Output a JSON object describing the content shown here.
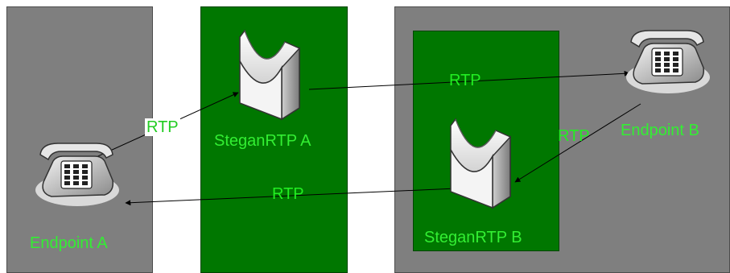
{
  "nodes": {
    "endpoint_a": "Endpoint A",
    "endpoint_b": "Endpoint B",
    "stegan_a": "SteganRTP A",
    "stegan_b": "SteganRTP B"
  },
  "edges": [
    {
      "from": "endpoint_a",
      "to": "stegan_a",
      "label": "RTP"
    },
    {
      "from": "stegan_a",
      "to": "endpoint_b",
      "label": "RTP"
    },
    {
      "from": "endpoint_b",
      "to": "stegan_b",
      "label": "RTP"
    },
    {
      "from": "stegan_b",
      "to": "endpoint_a",
      "label": "RTP"
    }
  ],
  "icons": {
    "phone": "telephone-icon",
    "relay": "stegan-relay-icon"
  },
  "colors": {
    "panel_gray": "#7f7f7f",
    "panel_green": "#007700",
    "label_green": "#33ee33"
  }
}
